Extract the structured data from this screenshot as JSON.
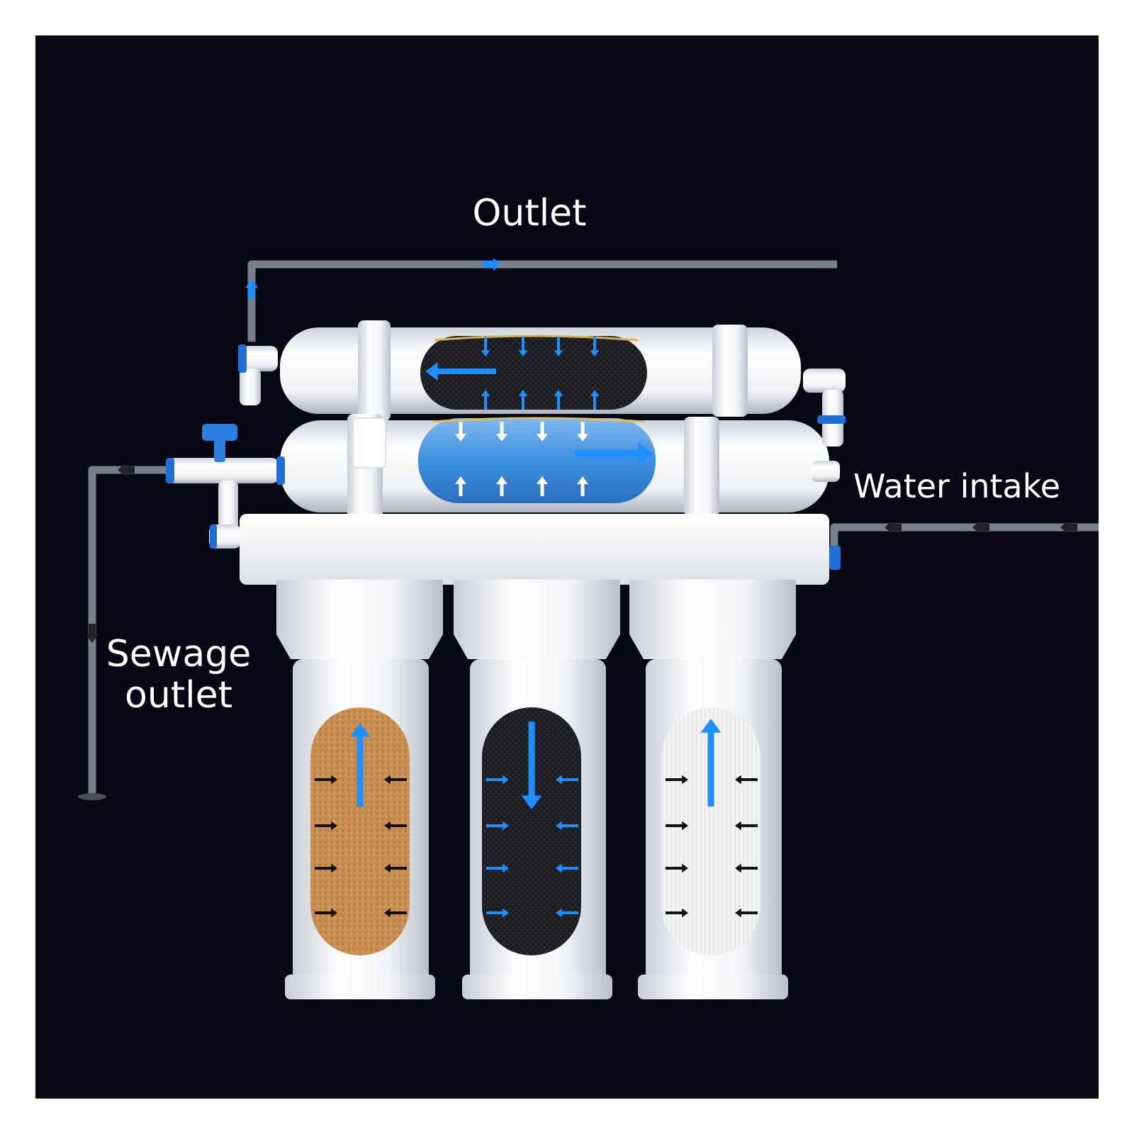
{
  "labels": {
    "outlet": "Outlet",
    "water_intake": "Water intake",
    "sewage_line1": "Sewage",
    "sewage_line2": "outlet"
  },
  "colors": {
    "background": "#070814",
    "page": "#ffffff",
    "housing": "#eef0f4",
    "pipe": "#77808a",
    "flow_arrow": "#1f8fff",
    "filter_arrow": "#111111",
    "pp_cotton": "#c98f52",
    "carbon": "#1b1d22",
    "ceramic": "#f2f2f2",
    "membrane": "#3d8fe0"
  },
  "icons": [
    "flow-arrow-icon",
    "filter-arrow-icon"
  ]
}
